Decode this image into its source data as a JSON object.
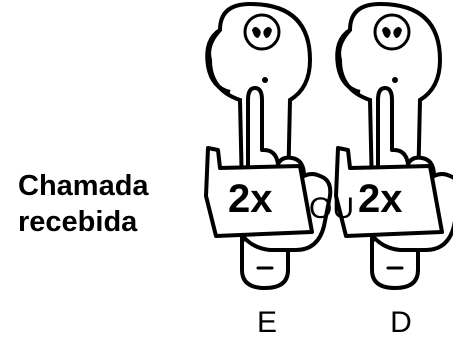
{
  "instruction": {
    "line1": "Chamada",
    "line2": "recebida"
  },
  "earbuds": {
    "left": {
      "side_label": "E",
      "tap_label": "2x"
    },
    "right": {
      "side_label": "D",
      "tap_label": "2x"
    },
    "separator": "OU"
  },
  "icons": {
    "earbud": "earbud-icon",
    "finger": "pointing-finger-icon",
    "logo": "brand-logo-icon"
  },
  "colors": {
    "ink": "#000000",
    "background": "#ffffff"
  }
}
